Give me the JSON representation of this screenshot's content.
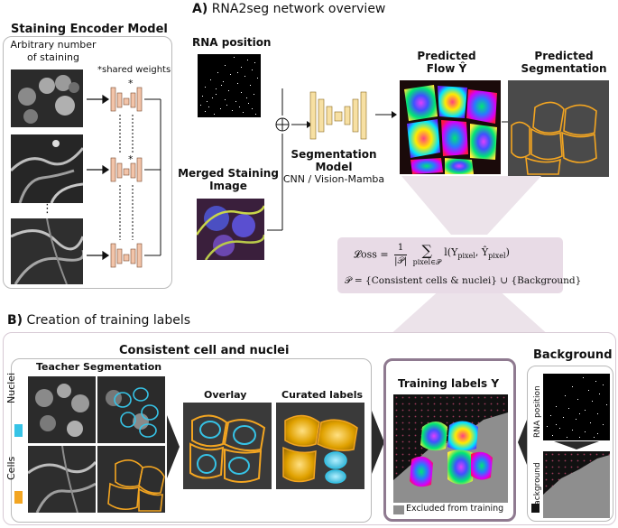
{
  "section_a": {
    "letter": "A)",
    "title": "RNA2seg network overview",
    "encoder_title": "Staining Encoder Model",
    "arbitrary_line1": "Arbitrary number",
    "arbitrary_line2": "of staining",
    "shared_weights": "*shared weights",
    "star": "*",
    "dots": "⋮",
    "rna_position": "RNA position",
    "merged_line1": "Merged Staining",
    "merged_line2": "Image",
    "seg_model_line1": "Segmentation",
    "seg_model_line2": "Model",
    "seg_model_sub": "CNN / Vision-Mamba",
    "pred_flow_line1": "Predicted",
    "pred_flow_line2": "Flow Ŷ",
    "pred_seg_line1": "Predicted",
    "pred_seg_line2": "Segmentation"
  },
  "loss": {
    "lhs": "𝓛oss =",
    "frac_num": "1",
    "frac_den": "|𝒫|",
    "sum": "∑",
    "sum_sub": "pixel∈𝒫",
    "term": "l(Y",
    "term_sub1": "pixel",
    "term_mid": ", Ŷ",
    "term_sub2": "pixel",
    "term_end": ")",
    "set_def": "𝒫 = {Consistent cells & nuclei} ∪ {Background}"
  },
  "section_b": {
    "letter": "B)",
    "title": "Creation of training labels",
    "consistent_title": "Consistent cell and nuclei",
    "teacher_title": "Teacher Segmentation",
    "nuclei_label": "Nuclei",
    "cells_label": "Cells",
    "overlay": "Overlay",
    "curated": "Curated labels",
    "training_title": "Training labels Y",
    "excluded": "Excluded from training",
    "background_title": "Background",
    "rna_position_vert": "RNA position",
    "background_vert": "Background"
  },
  "colors": {
    "nuclei": "#36c3e6",
    "cells": "#f3a521",
    "loss_box": "#e8dbe6",
    "training_border": "#8f7a90",
    "unet_block": "#f2c4a9",
    "seg_block": "#f7e0a3"
  }
}
